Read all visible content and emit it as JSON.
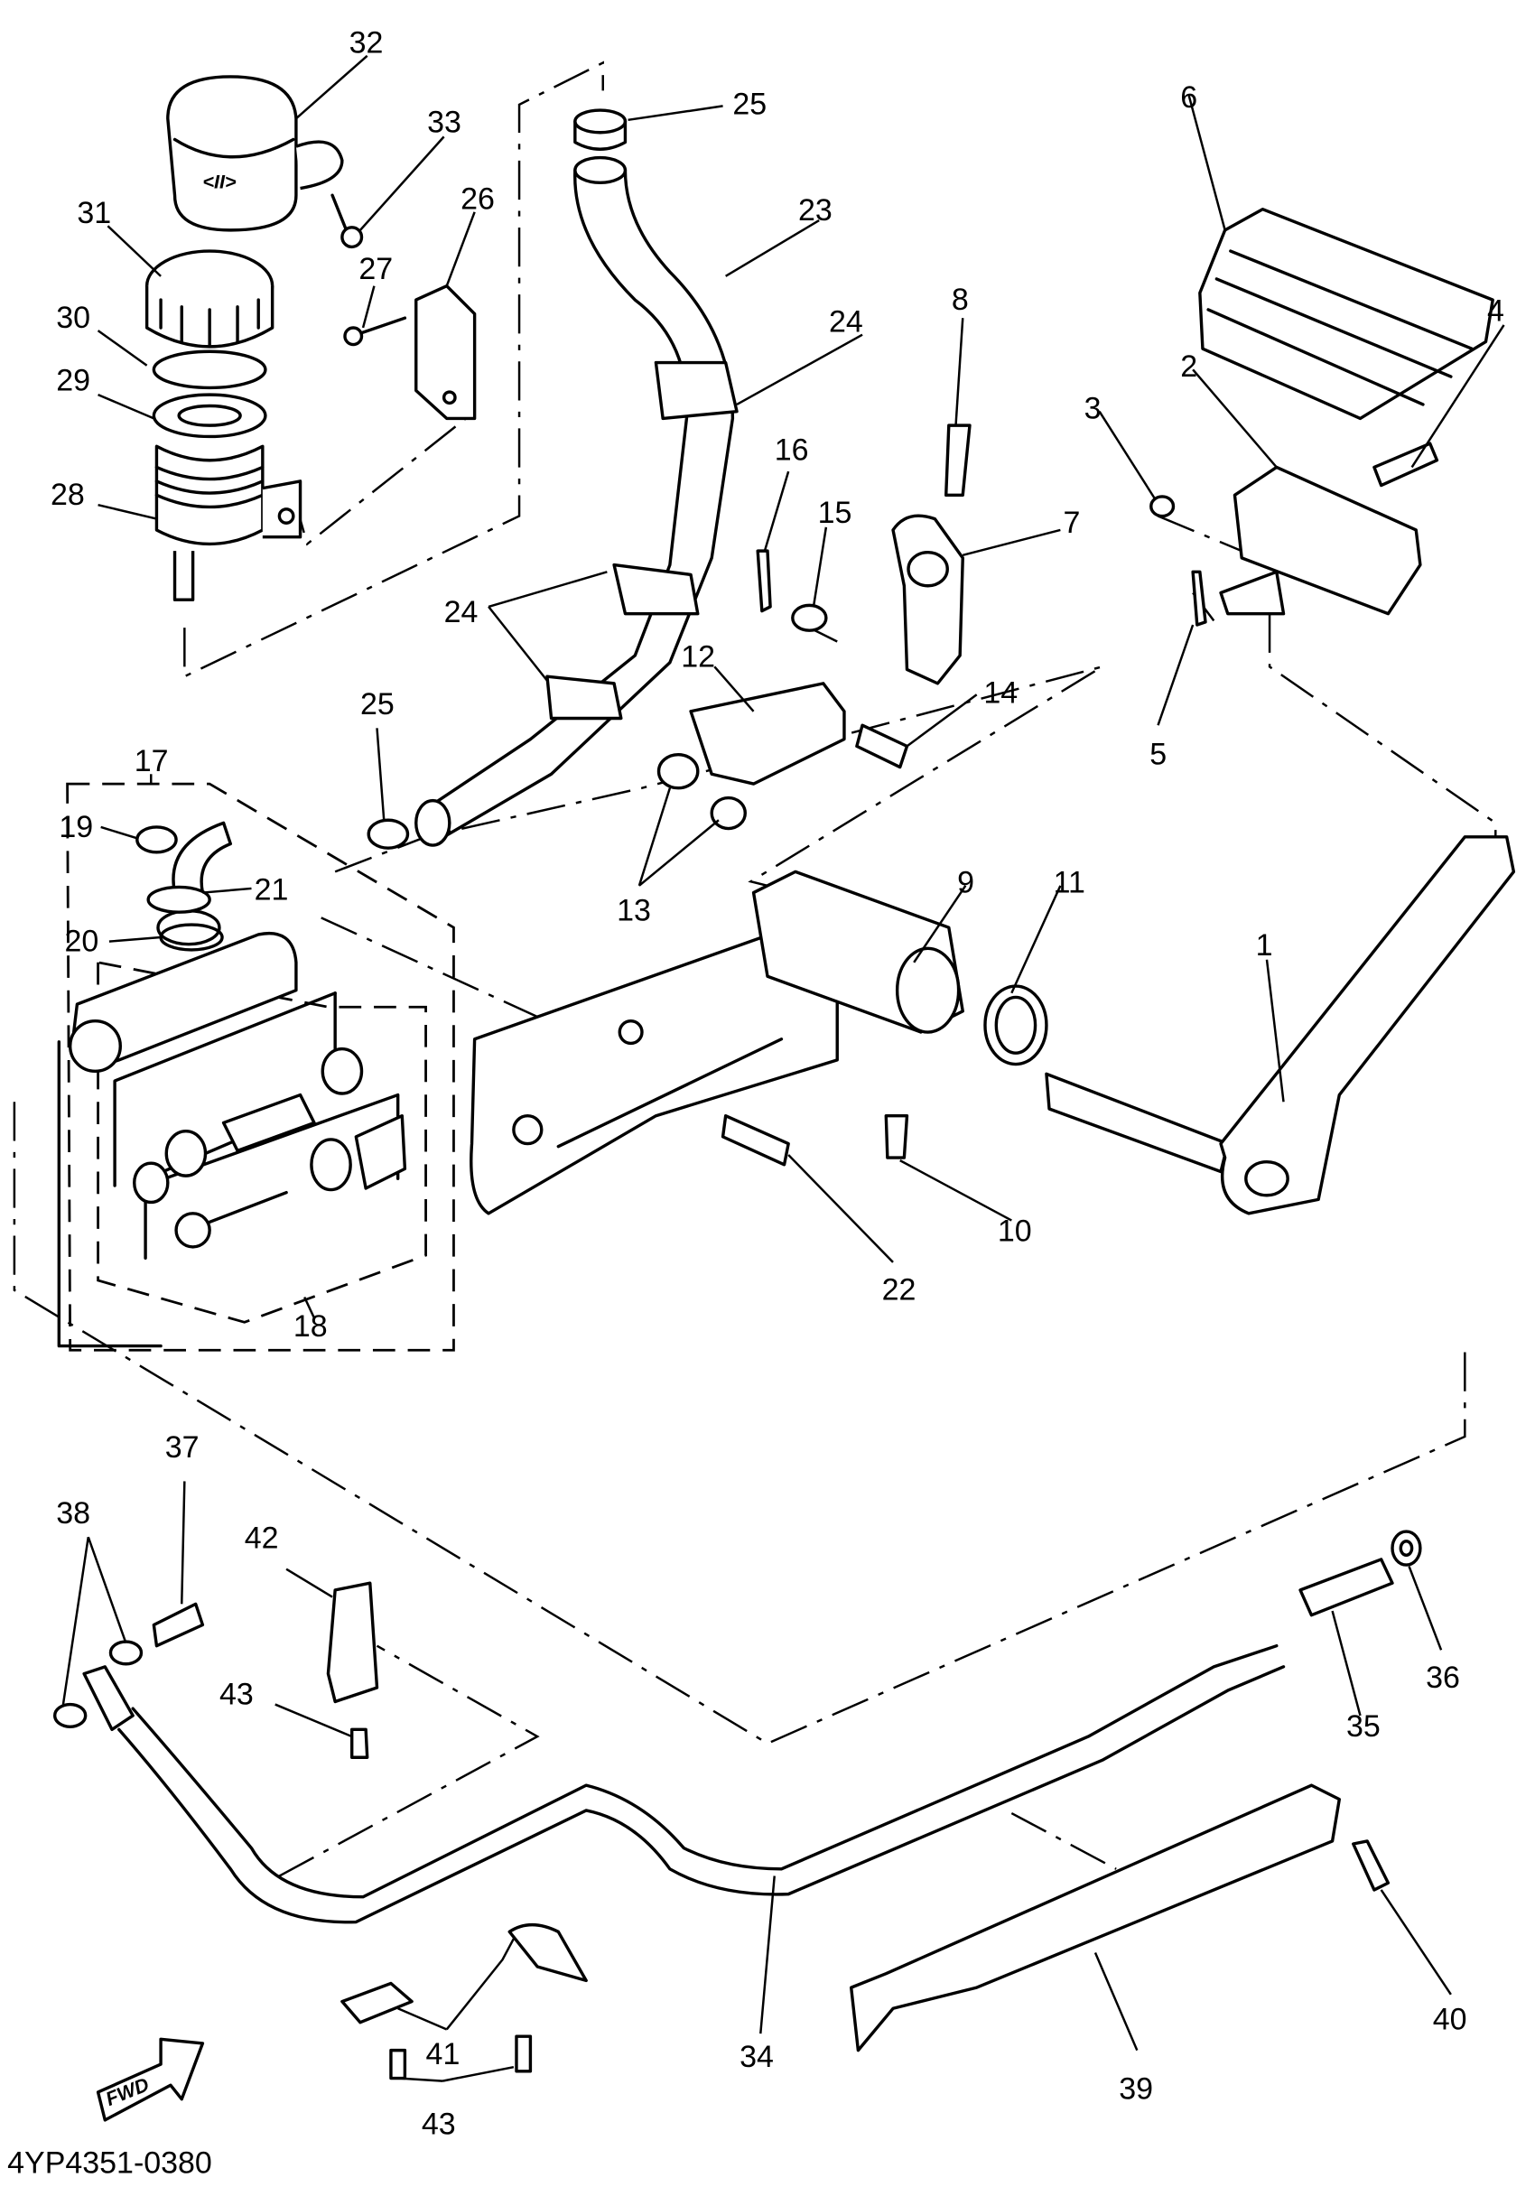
{
  "diagram": {
    "type": "exploded-parts-diagram",
    "drawing_code": "4YP4351-0380",
    "direction_marker": "FWD",
    "callouts": [
      {
        "id": "c1",
        "label": "1",
        "part": "brake-pedal"
      },
      {
        "id": "c2",
        "label": "2",
        "part": "pedal-bracket"
      },
      {
        "id": "c3",
        "label": "3",
        "part": "washer"
      },
      {
        "id": "c4",
        "label": "4",
        "part": "pin"
      },
      {
        "id": "c5",
        "label": "5",
        "part": "cotter-pin"
      },
      {
        "id": "c6",
        "label": "6",
        "part": "pedal-rubber"
      },
      {
        "id": "c7",
        "label": "7",
        "part": "lever-arm"
      },
      {
        "id": "c8",
        "label": "8",
        "part": "bolt"
      },
      {
        "id": "c9",
        "label": "9",
        "part": "pedal-holder"
      },
      {
        "id": "c10",
        "label": "10",
        "part": "bolt"
      },
      {
        "id": "c11",
        "label": "11",
        "part": "return-spring"
      },
      {
        "id": "c12",
        "label": "12",
        "part": "clevis"
      },
      {
        "id": "c13",
        "label": "13",
        "part": "nut"
      },
      {
        "id": "c14",
        "label": "14",
        "part": "pin"
      },
      {
        "id": "c15",
        "label": "15",
        "part": "washer"
      },
      {
        "id": "c16",
        "label": "16",
        "part": "cotter-pin"
      },
      {
        "id": "c17",
        "label": "17",
        "part": "master-cylinder-assembly"
      },
      {
        "id": "c18",
        "label": "18",
        "part": "master-cylinder-kit"
      },
      {
        "id": "c19",
        "label": "19",
        "part": "circlip"
      },
      {
        "id": "c20",
        "label": "20",
        "part": "o-ring"
      },
      {
        "id": "c21",
        "label": "21",
        "part": "hose-joint"
      },
      {
        "id": "c22",
        "label": "22",
        "part": "bolt"
      },
      {
        "id": "c23",
        "label": "23",
        "part": "reservoir-hose"
      },
      {
        "id": "c24a",
        "label": "24",
        "part": "hose-clip"
      },
      {
        "id": "c24b",
        "label": "24",
        "part": "hose-clip"
      },
      {
        "id": "c25a",
        "label": "25",
        "part": "hose-clamp"
      },
      {
        "id": "c25b",
        "label": "25",
        "part": "hose-clamp"
      },
      {
        "id": "c26",
        "label": "26",
        "part": "reservoir-bracket"
      },
      {
        "id": "c27",
        "label": "27",
        "part": "bolt"
      },
      {
        "id": "c28",
        "label": "28",
        "part": "reservoir-tank"
      },
      {
        "id": "c29",
        "label": "29",
        "part": "diaphragm"
      },
      {
        "id": "c30",
        "label": "30",
        "part": "diaphragm-plate"
      },
      {
        "id": "c31",
        "label": "31",
        "part": "reservoir-cap"
      },
      {
        "id": "c32",
        "label": "32",
        "part": "reservoir-cover"
      },
      {
        "id": "c33",
        "label": "33",
        "part": "screw"
      },
      {
        "id": "c34",
        "label": "34",
        "part": "brake-hose"
      },
      {
        "id": "c35",
        "label": "35",
        "part": "union-bolt"
      },
      {
        "id": "c36",
        "label": "36",
        "part": "gasket"
      },
      {
        "id": "c37",
        "label": "37",
        "part": "union-bolt"
      },
      {
        "id": "c38",
        "label": "38",
        "part": "gasket"
      },
      {
        "id": "c39",
        "label": "39",
        "part": "hose-guide"
      },
      {
        "id": "c40",
        "label": "40",
        "part": "bolt"
      },
      {
        "id": "c41",
        "label": "41",
        "part": "hose-holder"
      },
      {
        "id": "c42",
        "label": "42",
        "part": "hose-holder"
      },
      {
        "id": "c43a",
        "label": "43",
        "part": "bolt"
      },
      {
        "id": "c43b",
        "label": "43",
        "part": "bolt"
      }
    ]
  }
}
